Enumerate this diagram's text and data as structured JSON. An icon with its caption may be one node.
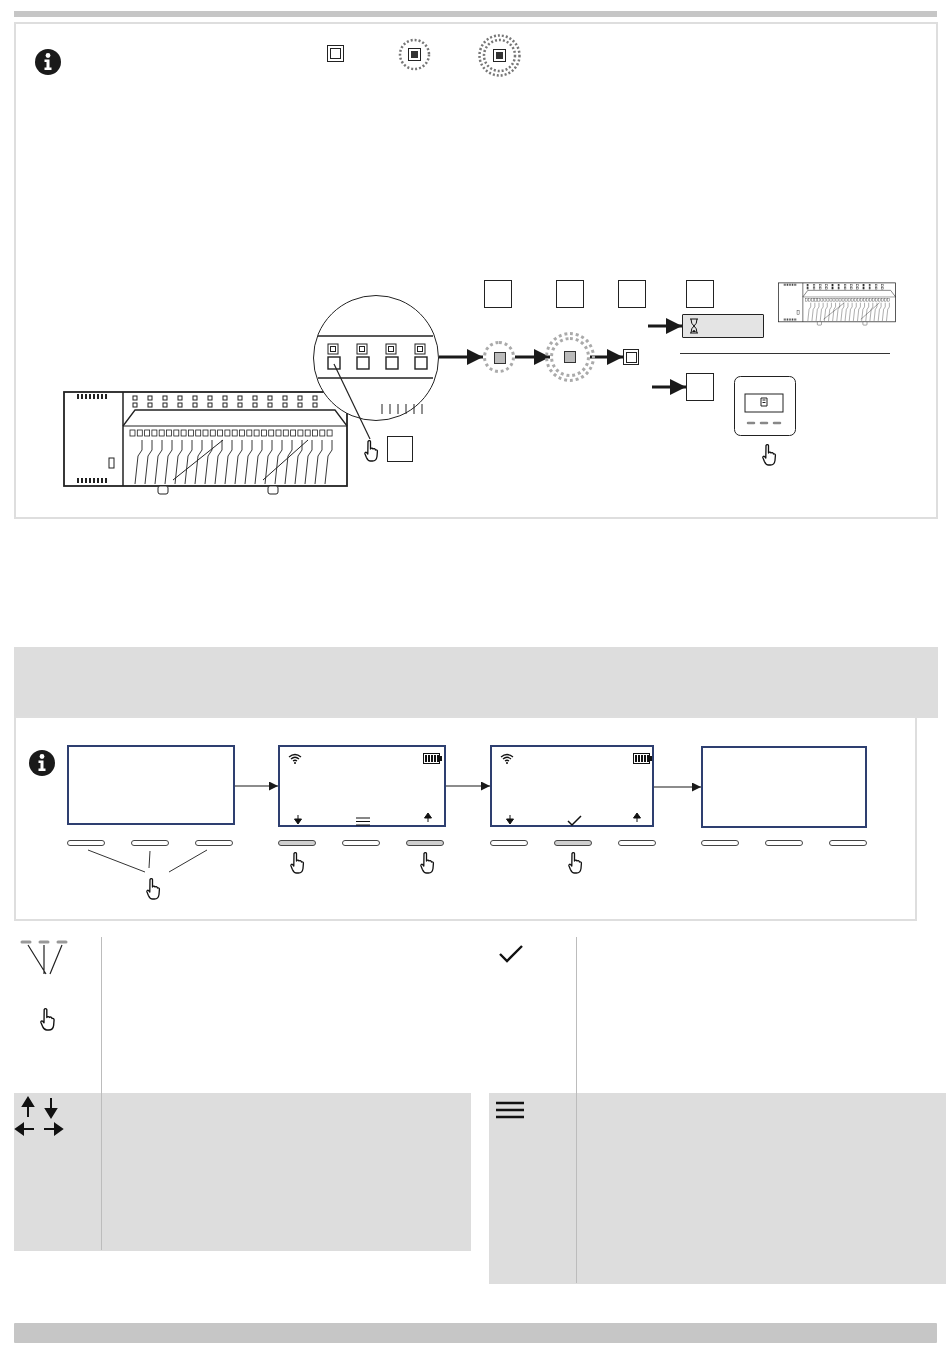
{
  "diagram": {
    "nodes": [
      {
        "text": [],
        "shape": "box"
      },
      {
        "text": [],
        "shape": "box"
      },
      {
        "text": [],
        "shape": "box"
      },
      {
        "text": [],
        "shape": "box"
      },
      {
        "text": [],
        "shape": "circle"
      },
      {
        "text": [],
        "shape": "circle"
      },
      {
        "text": [],
        "shape": "circle"
      },
      {
        "text": [],
        "shape": "box"
      },
      {
        "text": [],
        "shape": "bar"
      },
      {
        "text": [],
        "shape": "box"
      },
      {
        "text": [],
        "shape": "box"
      },
      {
        "text": [],
        "shape": "box"
      },
      {
        "text": [],
        "shape": "box"
      },
      {
        "text": [],
        "shape": "box"
      },
      {
        "text": [],
        "shape": "box"
      },
      {
        "text": [],
        "shape": "bar"
      }
    ],
    "edges": [
      {
        "from": 4,
        "to": 5,
        "arrow": "to"
      },
      {
        "from": 5,
        "to": 6,
        "arrow": "to"
      },
      {
        "from": 6,
        "to": 7,
        "arrow": "to"
      },
      {
        "from": null,
        "to": 8,
        "arrow": "to"
      },
      {
        "from": null,
        "to": 9,
        "arrow": "to"
      },
      {
        "from": 11,
        "to": 12,
        "arrow": "to"
      },
      {
        "from": 12,
        "to": 13,
        "arrow": "to"
      },
      {
        "from": 13,
        "to": 14,
        "arrow": "to"
      }
    ]
  }
}
